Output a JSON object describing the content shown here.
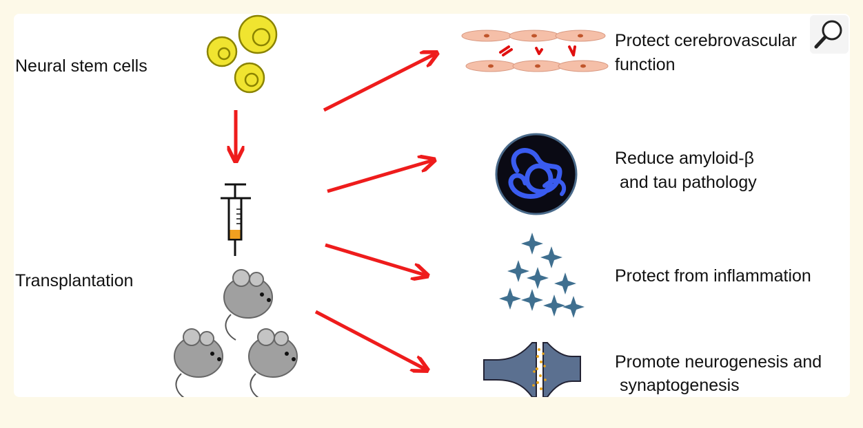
{
  "left_labels": {
    "stem_cells": "Neural stem cells",
    "transplantation": "Transplantation"
  },
  "outcomes": [
    {
      "line1": "Protect cerebrovascular",
      "line2": "function"
    },
    {
      "line1": "Reduce amyloid-β",
      "line2": " and tau pathology"
    },
    {
      "line1": "Protect from inflammation",
      "line2": ""
    },
    {
      "line1": "Promote neurogenesis and",
      "line2": " synaptogenesis"
    }
  ],
  "colors": {
    "arrow": "#ee1c1c",
    "cell_fill": "#f0e430",
    "cell_stroke": "#8a8300",
    "endothelial": "#f5bfa8",
    "amyloid_fill": "#3a5cf0",
    "inflammation": "#3f6f8f",
    "synapse": "#5b7090",
    "vesicle": "#e8a319",
    "mouse": "#a0a0a0"
  },
  "icons": {
    "zoom": "magnifier-icon"
  }
}
